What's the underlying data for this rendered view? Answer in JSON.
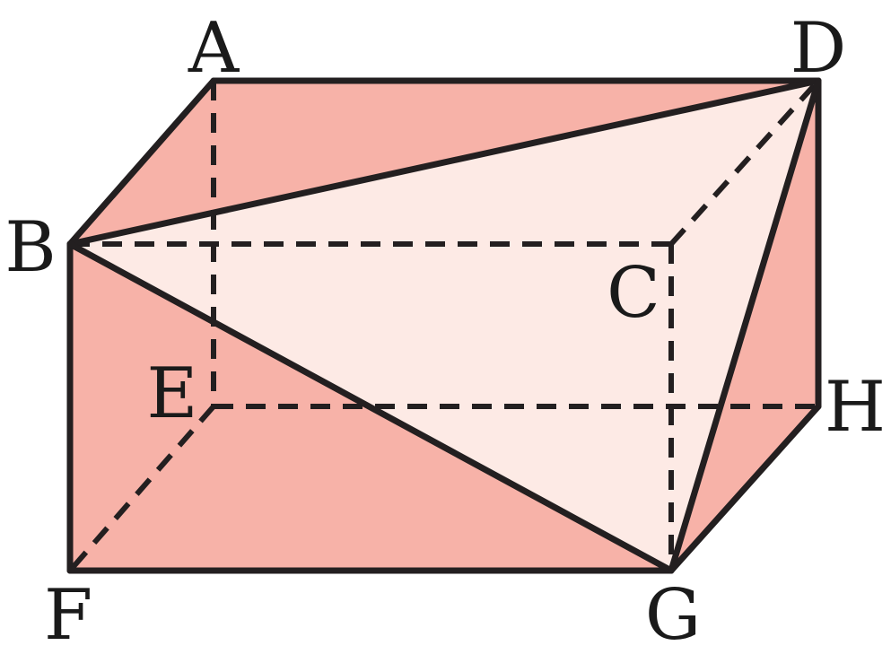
{
  "figure": {
    "colors": {
      "face_fill": "#f7b2a8",
      "section_fill": "#fdeae5",
      "edge_stroke": "#231f20",
      "label_color": "#1a1a1a"
    },
    "labels": {
      "A": "A",
      "B": "B",
      "C": "C",
      "D": "D",
      "E": "E",
      "F": "F",
      "G": "G",
      "H": "H"
    },
    "section_plane": [
      "B",
      "D",
      "G"
    ],
    "solid_edges": [
      "AD",
      "AB",
      "BF",
      "FG",
      "GH",
      "DH",
      "BD",
      "BG",
      "DG"
    ],
    "hidden_edges": [
      "AE",
      "EF",
      "EH",
      "BC",
      "CD",
      "CG"
    ]
  }
}
